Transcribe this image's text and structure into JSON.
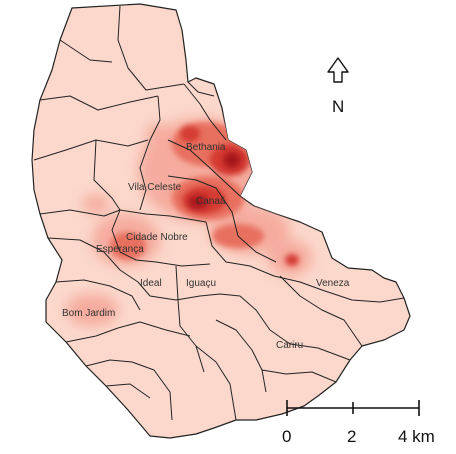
{
  "map": {
    "base_fill": "#fbd8cb",
    "boundary_color": "#222222",
    "heat_colors": [
      "#f4a79a",
      "#e8705e",
      "#d43b30",
      "#a8151b"
    ],
    "labels": {
      "bethania": "Bethania",
      "vila_celeste": "Vila Celeste",
      "canaa": "Canaã",
      "cidade_nobre": "Cidade Nobre",
      "esperanca": "Esperança",
      "ideal": "Ideal",
      "iguacu": "Iguaçu",
      "veneza": "Veneza",
      "bom_jardim": "Bom Jardim",
      "cariru": "Cariru"
    }
  },
  "north_arrow": {
    "icon": "north-arrow-icon",
    "label": "N"
  },
  "scale_bar": {
    "ticks": [
      "0",
      "2",
      "4 km"
    ]
  }
}
